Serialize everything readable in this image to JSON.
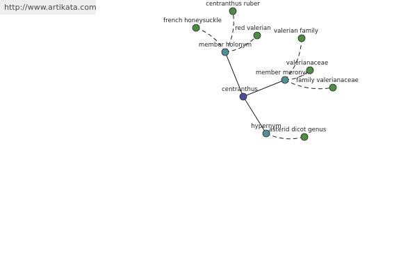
{
  "source": {
    "url_text": "http://www.artikata.com"
  },
  "colors": {
    "center": "#4a4f99",
    "relation": "#4f8f95",
    "leaf": "#4f8b45"
  },
  "nodes": [
    {
      "id": "centranthus",
      "label": "centranthus",
      "kind": "center"
    },
    {
      "id": "member-holonym",
      "label": "member holonym",
      "kind": "relation"
    },
    {
      "id": "member-meronym",
      "label": "member meronym",
      "kind": "relation"
    },
    {
      "id": "hypernym",
      "label": "hypernym",
      "kind": "relation"
    },
    {
      "id": "centranthus-ruber",
      "label": "centranthus ruber",
      "kind": "leaf"
    },
    {
      "id": "french-honeysuckle",
      "label": "french honeysuckle",
      "kind": "leaf"
    },
    {
      "id": "red-valerian",
      "label": "red valerian",
      "kind": "leaf"
    },
    {
      "id": "valerian-family",
      "label": "valerian family",
      "kind": "leaf"
    },
    {
      "id": "valerianaceae",
      "label": "valerianaceae",
      "kind": "leaf"
    },
    {
      "id": "family-valerianaceae",
      "label": "family valerianaceae",
      "kind": "leaf"
    },
    {
      "id": "asterid-dicot-genus",
      "label": "asterid dicot genus",
      "kind": "leaf"
    }
  ],
  "edges": [
    {
      "from": "centranthus",
      "to": "member-holonym",
      "style": "solid"
    },
    {
      "from": "centranthus",
      "to": "member-meronym",
      "style": "solid"
    },
    {
      "from": "centranthus",
      "to": "hypernym",
      "style": "solid"
    },
    {
      "from": "member-holonym",
      "to": "centranthus-ruber",
      "style": "dashed"
    },
    {
      "from": "member-holonym",
      "to": "french-honeysuckle",
      "style": "dashed"
    },
    {
      "from": "member-holonym",
      "to": "red-valerian",
      "style": "dashed"
    },
    {
      "from": "member-meronym",
      "to": "valerian-family",
      "style": "dashed"
    },
    {
      "from": "member-meronym",
      "to": "valerianaceae",
      "style": "dashed"
    },
    {
      "from": "member-meronym",
      "to": "family-valerianaceae",
      "style": "dashed"
    },
    {
      "from": "hypernym",
      "to": "asterid-dicot-genus",
      "style": "dashed"
    }
  ]
}
